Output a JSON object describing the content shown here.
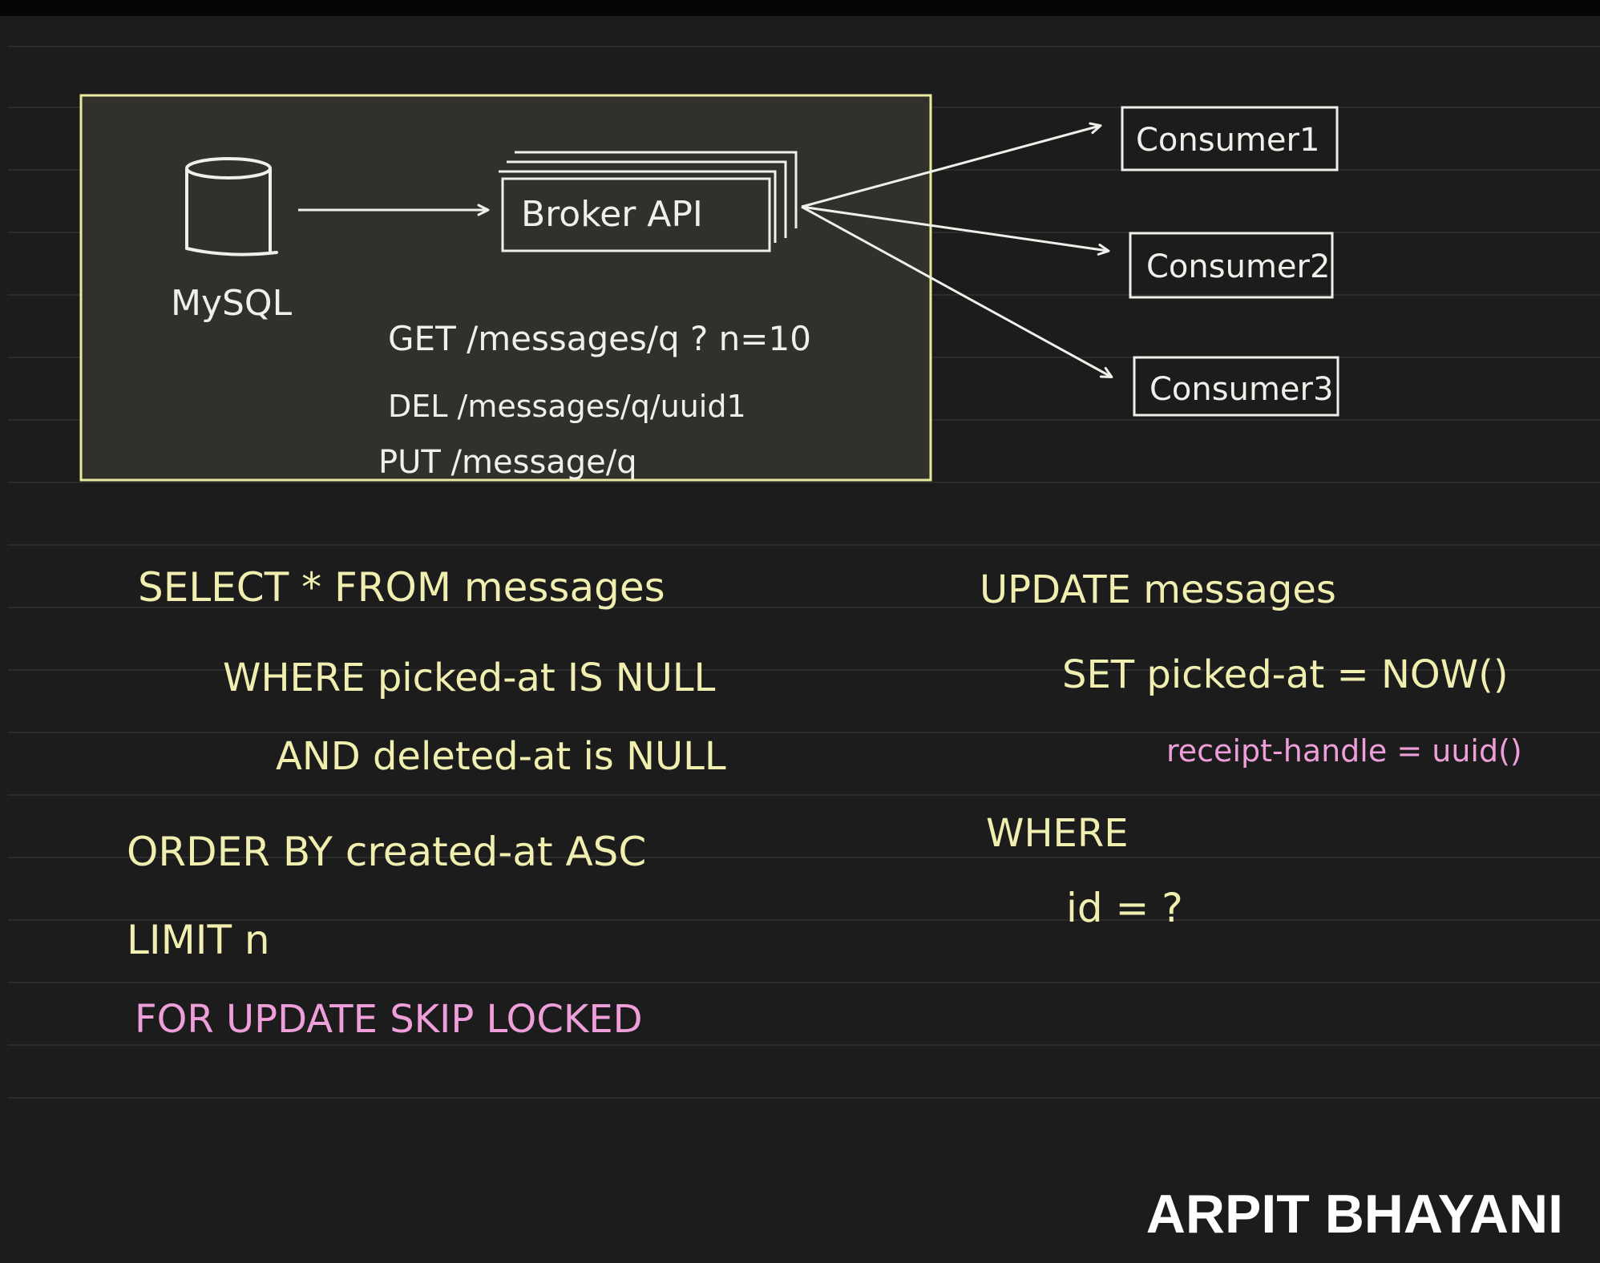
{
  "diagram": {
    "db_label": "MySQL",
    "broker_label": "Broker API",
    "consumers": [
      "Consumer1",
      "Consumer2",
      "Consumer3"
    ],
    "endpoints": [
      "GET /messages/q ? n=10",
      "DEL /messages/q/uuid1",
      "PUT /message/q"
    ]
  },
  "select_query": {
    "line1": "SELECT * FROM messages",
    "line2": "WHERE picked-at IS NULL",
    "line3": "AND deleted-at is NULL",
    "line4": "ORDER BY created-at ASC",
    "line5": "LIMIT n",
    "line6": "FOR UPDATE SKIP LOCKED"
  },
  "update_query": {
    "line1": "UPDATE messages",
    "line2": "SET picked-at = NOW()",
    "line3": "receipt-handle = uuid()",
    "line4": "WHERE",
    "line5": "id = ?"
  },
  "signature": "ARPIT BHAYANI",
  "colors": {
    "background": "#1c1c1c",
    "box_fill": "#32302a",
    "box_border": "#e8ea9e",
    "chalk_white": "#f0f0ea",
    "chalk_yellow": "#f1efb0",
    "chalk_pink": "#ee9ed9",
    "rule_line": "#2c2c2c"
  }
}
